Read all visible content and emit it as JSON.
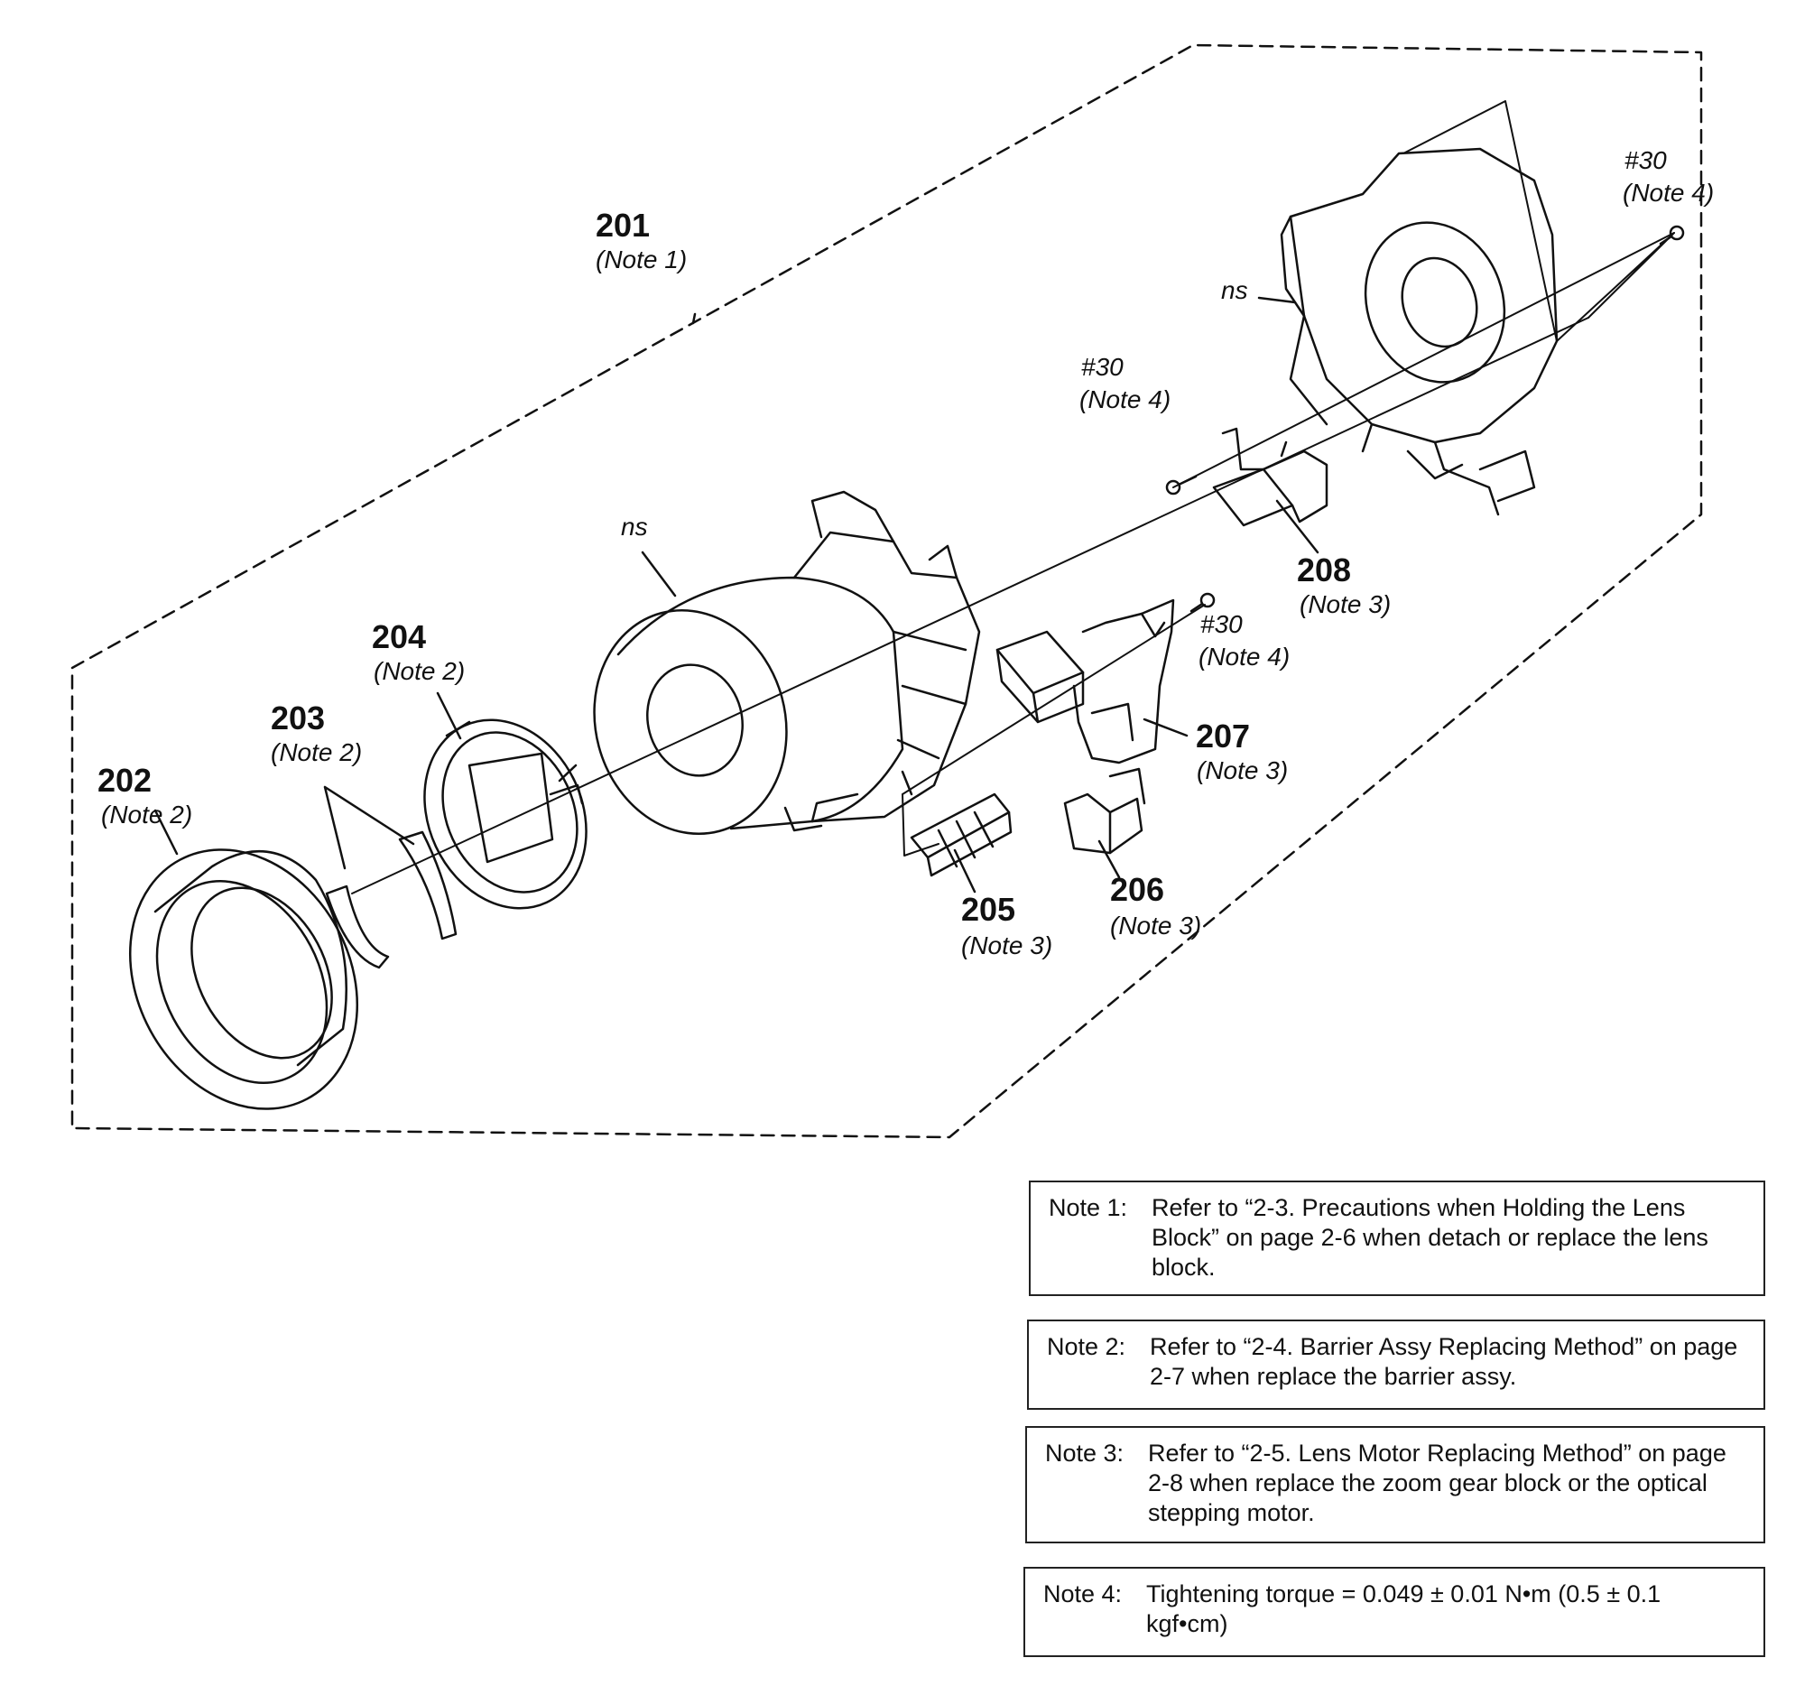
{
  "callouts": [
    {
      "id": "201",
      "num": "201",
      "note": "(Note 1)"
    },
    {
      "id": "202",
      "num": "202",
      "note": "(Note 2)"
    },
    {
      "id": "203",
      "num": "203",
      "note": "(Note 2)"
    },
    {
      "id": "204",
      "num": "204",
      "note": "(Note 2)"
    },
    {
      "id": "205",
      "num": "205",
      "note": "(Note 3)"
    },
    {
      "id": "206",
      "num": "206",
      "note": "(Note 3)"
    },
    {
      "id": "207",
      "num": "207",
      "note": "(Note 3)"
    },
    {
      "id": "208",
      "num": "208",
      "note": "(Note 3)"
    }
  ],
  "screws": [
    {
      "num": "#30",
      "note": "(Note 4)"
    },
    {
      "num": "#30",
      "note": "(Note 4)"
    },
    {
      "num": "#30",
      "note": "(Note 4)"
    }
  ],
  "ns_labels": [
    "ns",
    "ns"
  ],
  "notes": [
    {
      "label": "Note 1:",
      "text": "Refer to “2-3. Precautions when Holding the Lens Block” on page 2-6 when detach or replace the lens block."
    },
    {
      "label": "Note 2:",
      "text": "Refer to “2-4. Barrier Assy Replacing Method” on page 2-7 when replace the barrier assy."
    },
    {
      "label": "Note 3:",
      "text": "Refer to “2-5. Lens Motor Replacing Method” on page 2-8 when replace the zoom gear block or the optical stepping motor."
    },
    {
      "label": "Note 4:",
      "text": "Tightening torque = 0.049 ± 0.01 N•m (0.5 ± 0.1 kgf•cm)"
    }
  ]
}
